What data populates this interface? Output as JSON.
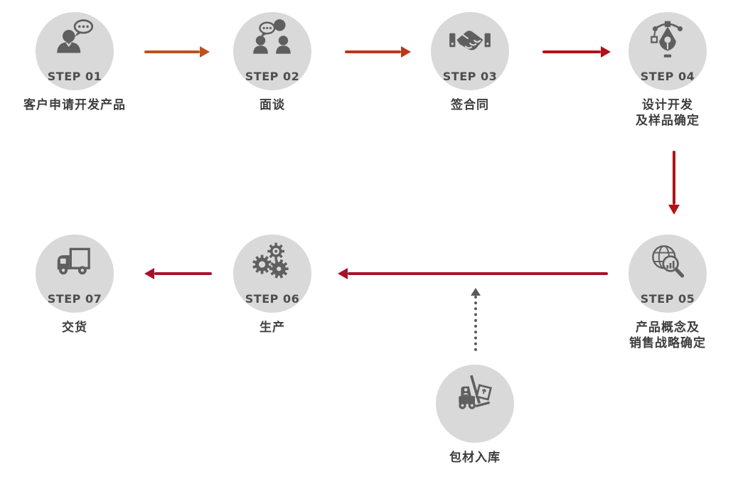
{
  "diagram": {
    "title": "product-development-process-flow",
    "steps": [
      {
        "label": "STEP 01",
        "caption_lines": [
          "客户申请开发产品"
        ],
        "icon": "person-speech"
      },
      {
        "label": "STEP 02",
        "caption_lines": [
          "面谈"
        ],
        "icon": "two-people-talking"
      },
      {
        "label": "STEP 03",
        "caption_lines": [
          "签合同"
        ],
        "icon": "handshake"
      },
      {
        "label": "STEP 04",
        "caption_lines": [
          "设计开发",
          "及样品确定"
        ],
        "icon": "pen-tool"
      },
      {
        "label": "STEP 05",
        "caption_lines": [
          "产品概念及",
          "销售战略确定"
        ],
        "icon": "globe-search"
      },
      {
        "label": "STEP 06",
        "caption_lines": [
          "生产"
        ],
        "icon": "gears"
      },
      {
        "label": "STEP 07",
        "caption_lines": [
          "交货"
        ],
        "icon": "truck"
      }
    ],
    "aux_node": {
      "caption_lines": [
        "包材入库"
      ],
      "icon": "forklift"
    },
    "arrows": [
      {
        "from": "STEP 01",
        "to": "STEP 02",
        "direction": "right",
        "style": "solid"
      },
      {
        "from": "STEP 02",
        "to": "STEP 03",
        "direction": "right",
        "style": "solid"
      },
      {
        "from": "STEP 03",
        "to": "STEP 04",
        "direction": "right",
        "style": "solid"
      },
      {
        "from": "STEP 04",
        "to": "STEP 05",
        "direction": "down",
        "style": "solid"
      },
      {
        "from": "STEP 05",
        "to": "STEP 06",
        "direction": "left",
        "style": "solid"
      },
      {
        "from": "STEP 06",
        "to": "STEP 07",
        "direction": "left",
        "style": "solid"
      },
      {
        "from": "包材入库",
        "to": "STEP 05 → STEP 06 line",
        "direction": "up",
        "style": "dotted"
      }
    ]
  },
  "colors": {
    "page_bg": "#ffffff",
    "circle_bg": "#d9d9d9",
    "icon_gray": "#5f5f5f",
    "step_text": "#4d4d4d",
    "caption_text": "#3d3d3d",
    "arrow_1": "#c0511c",
    "arrow_2": "#b73a19",
    "arrow_3": "#b01217",
    "arrow_4": "#b01217",
    "arrow_5": "#a8112b",
    "arrow_6": "#a8112e",
    "arrow_dotted": "#5a5a5a"
  }
}
